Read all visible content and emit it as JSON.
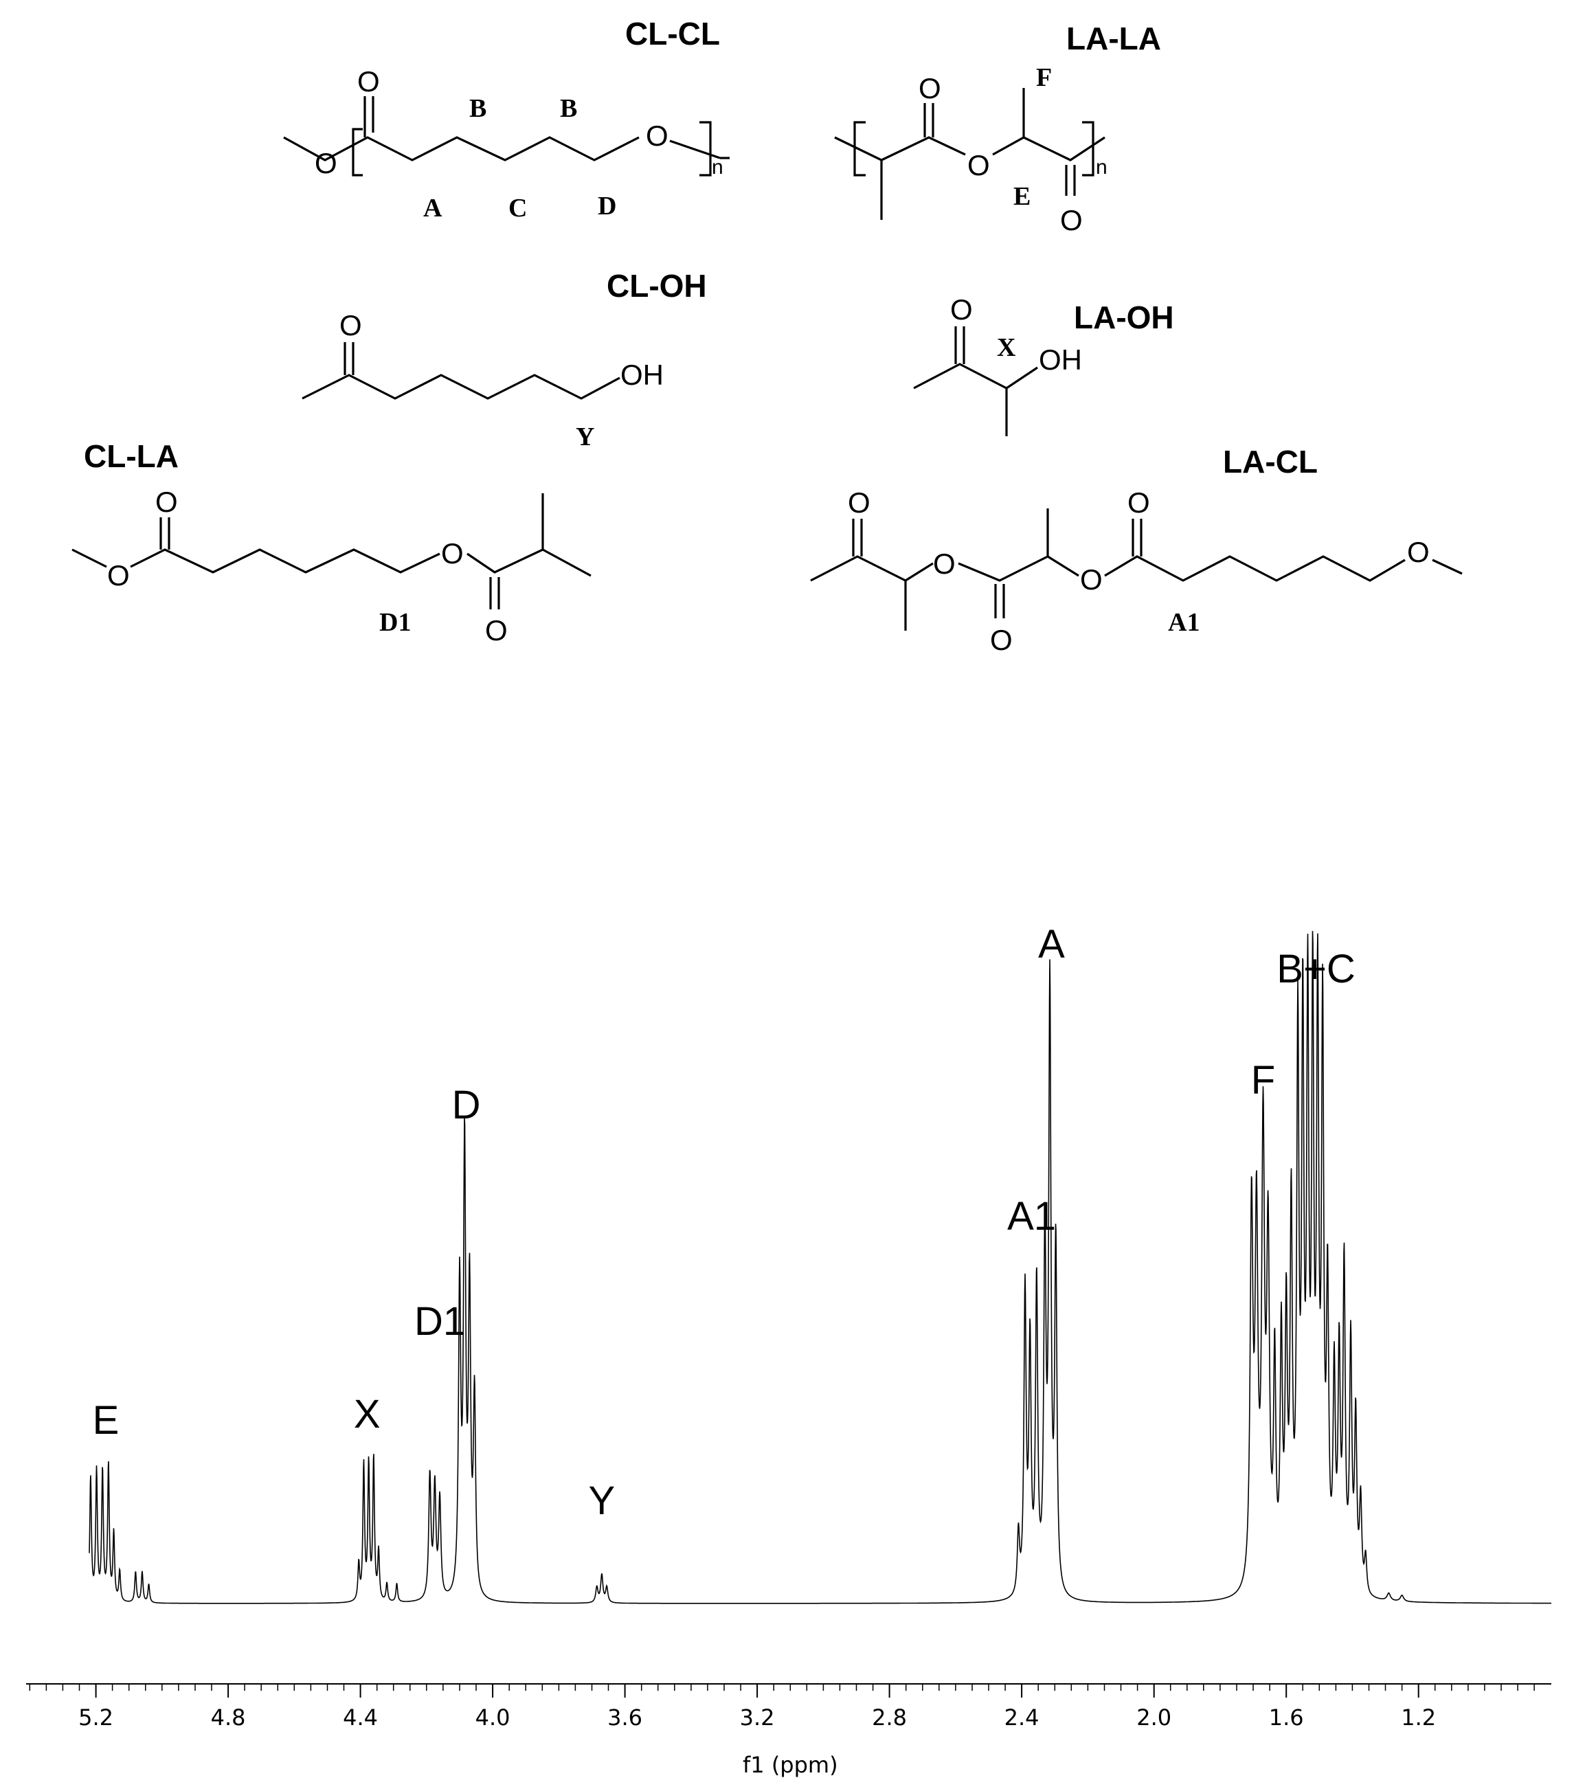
{
  "structures": {
    "cl_cl": {
      "title": "CL-CL",
      "labels": [
        "B",
        "B",
        "A",
        "C",
        "D"
      ],
      "atoms": [
        "O",
        "O",
        "O"
      ],
      "subscript": "n"
    },
    "la_la": {
      "title": "LA-LA",
      "labels": [
        "F",
        "E"
      ],
      "atoms": [
        "O",
        "O",
        "O"
      ],
      "subscript": "n"
    },
    "cl_oh": {
      "title": "CL-OH",
      "labels": [
        "Y"
      ],
      "atoms": [
        "O",
        "OH"
      ]
    },
    "la_oh": {
      "title": "LA-OH",
      "labels": [
        "X"
      ],
      "atoms": [
        "O",
        "OH"
      ]
    },
    "cl_la": {
      "title": "CL-LA",
      "labels": [
        "D1"
      ],
      "atoms": [
        "O",
        "O",
        "O",
        "O"
      ]
    },
    "la_cl": {
      "title": "LA-CL",
      "labels": [
        "A1"
      ],
      "atoms": [
        "O",
        "O",
        "O",
        "O",
        "O",
        "O"
      ]
    }
  },
  "chart_data": {
    "type": "line",
    "title": "",
    "xlabel": "f1 (ppm)",
    "ylabel": "",
    "x_reversed": true,
    "xlim": [
      5.49,
      0.79
    ],
    "ylim": [
      0,
      1.0
    ],
    "xticks": [
      "5.2",
      "4.8",
      "4.4",
      "4.0",
      "3.6",
      "3.2",
      "2.8",
      "2.4",
      "2.0",
      "1.6",
      "1.2"
    ],
    "grid": false,
    "legend": "none",
    "peak_labels": [
      {
        "label": "E",
        "x": 5.17,
        "y": 0.23
      },
      {
        "label": "X",
        "x": 4.38,
        "y": 0.24
      },
      {
        "label": "D1",
        "x": 4.16,
        "y": 0.39
      },
      {
        "label": "D",
        "x": 4.08,
        "y": 0.74
      },
      {
        "label": "Y",
        "x": 3.67,
        "y": 0.1
      },
      {
        "label": "A1",
        "x": 2.37,
        "y": 0.56
      },
      {
        "label": "A",
        "x": 2.31,
        "y": 1.0
      },
      {
        "label": "F",
        "x": 1.67,
        "y": 0.78
      },
      {
        "label": "B+C",
        "x": 1.51,
        "y": 0.96
      }
    ],
    "series": [
      {
        "peaks": [
          [
            5.24,
            0.04,
            0.003
          ],
          [
            5.216,
            0.2,
            0.003
          ],
          [
            5.198,
            0.21,
            0.003
          ],
          [
            5.18,
            0.21,
            0.003
          ],
          [
            5.162,
            0.22,
            0.003
          ],
          [
            5.146,
            0.11,
            0.003
          ],
          [
            5.128,
            0.05,
            0.003
          ],
          [
            5.08,
            0.05,
            0.003
          ],
          [
            5.06,
            0.05,
            0.003
          ],
          [
            5.04,
            0.03,
            0.003
          ],
          [
            4.405,
            0.06,
            0.003
          ],
          [
            4.39,
            0.22,
            0.003
          ],
          [
            4.375,
            0.22,
            0.003
          ],
          [
            4.36,
            0.23,
            0.003
          ],
          [
            4.345,
            0.08,
            0.003
          ],
          [
            4.32,
            0.03,
            0.003
          ],
          [
            4.29,
            0.03,
            0.003
          ],
          [
            4.19,
            0.2,
            0.004
          ],
          [
            4.175,
            0.18,
            0.004
          ],
          [
            4.16,
            0.16,
            0.004
          ],
          [
            4.1,
            0.5,
            0.004
          ],
          [
            4.085,
            0.72,
            0.004
          ],
          [
            4.07,
            0.49,
            0.004
          ],
          [
            4.055,
            0.32,
            0.004
          ],
          [
            3.685,
            0.025,
            0.004
          ],
          [
            3.67,
            0.045,
            0.004
          ],
          [
            3.655,
            0.025,
            0.004
          ],
          [
            2.41,
            0.1,
            0.004
          ],
          [
            2.39,
            0.49,
            0.004
          ],
          [
            2.375,
            0.4,
            0.004
          ],
          [
            2.355,
            0.5,
            0.004
          ],
          [
            2.33,
            0.56,
            0.004
          ],
          [
            2.315,
            0.97,
            0.004
          ],
          [
            2.297,
            0.56,
            0.004
          ],
          [
            1.705,
            0.61,
            0.005
          ],
          [
            1.69,
            0.58,
            0.005
          ],
          [
            1.67,
            0.72,
            0.005
          ],
          [
            1.655,
            0.55,
            0.005
          ],
          [
            1.635,
            0.36,
            0.004
          ],
          [
            1.615,
            0.4,
            0.004
          ],
          [
            1.6,
            0.43,
            0.004
          ],
          [
            1.585,
            0.6,
            0.004
          ],
          [
            1.565,
            0.88,
            0.004
          ],
          [
            1.55,
            0.89,
            0.004
          ],
          [
            1.535,
            0.91,
            0.004
          ],
          [
            1.52,
            0.92,
            0.004
          ],
          [
            1.505,
            0.92,
            0.004
          ],
          [
            1.49,
            0.9,
            0.004
          ],
          [
            1.475,
            0.47,
            0.004
          ],
          [
            1.455,
            0.34,
            0.004
          ],
          [
            1.44,
            0.37,
            0.004
          ],
          [
            1.425,
            0.52,
            0.004
          ],
          [
            1.405,
            0.4,
            0.004
          ],
          [
            1.39,
            0.28,
            0.004
          ],
          [
            1.375,
            0.15,
            0.004
          ],
          [
            1.36,
            0.06,
            0.004
          ],
          [
            1.29,
            0.012,
            0.006
          ],
          [
            1.25,
            0.01,
            0.006
          ]
        ]
      }
    ]
  }
}
